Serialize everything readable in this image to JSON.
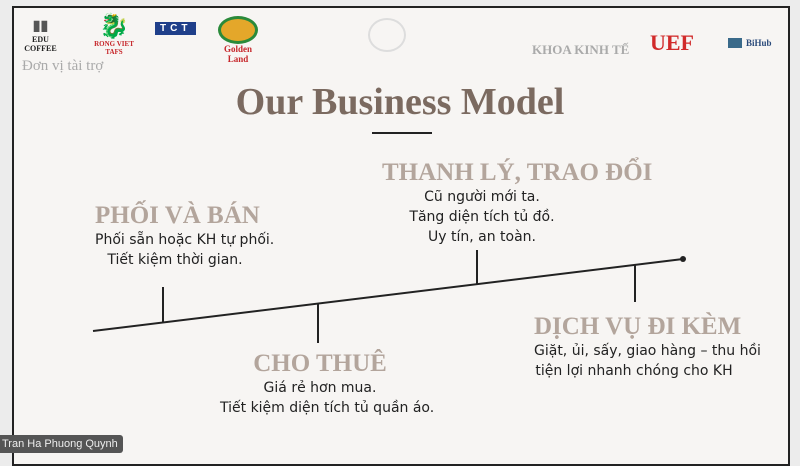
{
  "sponsors": {
    "label": "Đơn vị tài trợ",
    "logos": [
      "EDU COFFEE",
      "RONG VIET TAFS",
      "TCT",
      "Golden Land"
    ]
  },
  "header_right": {
    "faculty": "KHOA KINH TẾ",
    "logos": [
      "UEF",
      "BiHub"
    ]
  },
  "title": "Our Business Model",
  "items": [
    {
      "heading": "PHỐI VÀ BÁN",
      "lines": [
        "Phối sẵn hoặc KH tự phối.",
        "Tiết kiệm thời gian."
      ]
    },
    {
      "heading": "CHO THUÊ",
      "lines": [
        "Giá rẻ hơn mua.",
        "Tiết kiệm diện tích tủ quần áo."
      ]
    },
    {
      "heading": "THANH LÝ, TRAO ĐỔI",
      "lines": [
        "Cũ người mới ta.",
        "Tăng diện tích tủ đồ.",
        "Uy tín, an toàn."
      ]
    },
    {
      "heading": "DỊCH VỤ ĐI KÈM",
      "lines": [
        "Giặt, ủi, sấy, giao hàng – thu hồi",
        "tiện lợi nhanh chóng cho KH"
      ]
    }
  ],
  "participant_name": "Tran Ha Phuong Quynh"
}
